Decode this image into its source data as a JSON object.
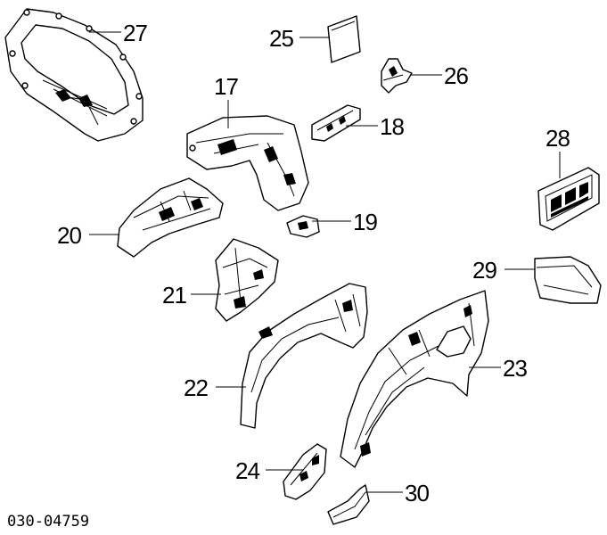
{
  "diagram_code": "030-04759",
  "callouts": [
    {
      "id": "c27",
      "label": "27"
    },
    {
      "id": "c25",
      "label": "25"
    },
    {
      "id": "c26",
      "label": "26"
    },
    {
      "id": "c17",
      "label": "17"
    },
    {
      "id": "c18",
      "label": "18"
    },
    {
      "id": "c28",
      "label": "28"
    },
    {
      "id": "c19",
      "label": "19"
    },
    {
      "id": "c20",
      "label": "20"
    },
    {
      "id": "c29",
      "label": "29"
    },
    {
      "id": "c21",
      "label": "21"
    },
    {
      "id": "c22",
      "label": "22"
    },
    {
      "id": "c23",
      "label": "23"
    },
    {
      "id": "c24",
      "label": "24"
    },
    {
      "id": "c30",
      "label": "30"
    }
  ]
}
